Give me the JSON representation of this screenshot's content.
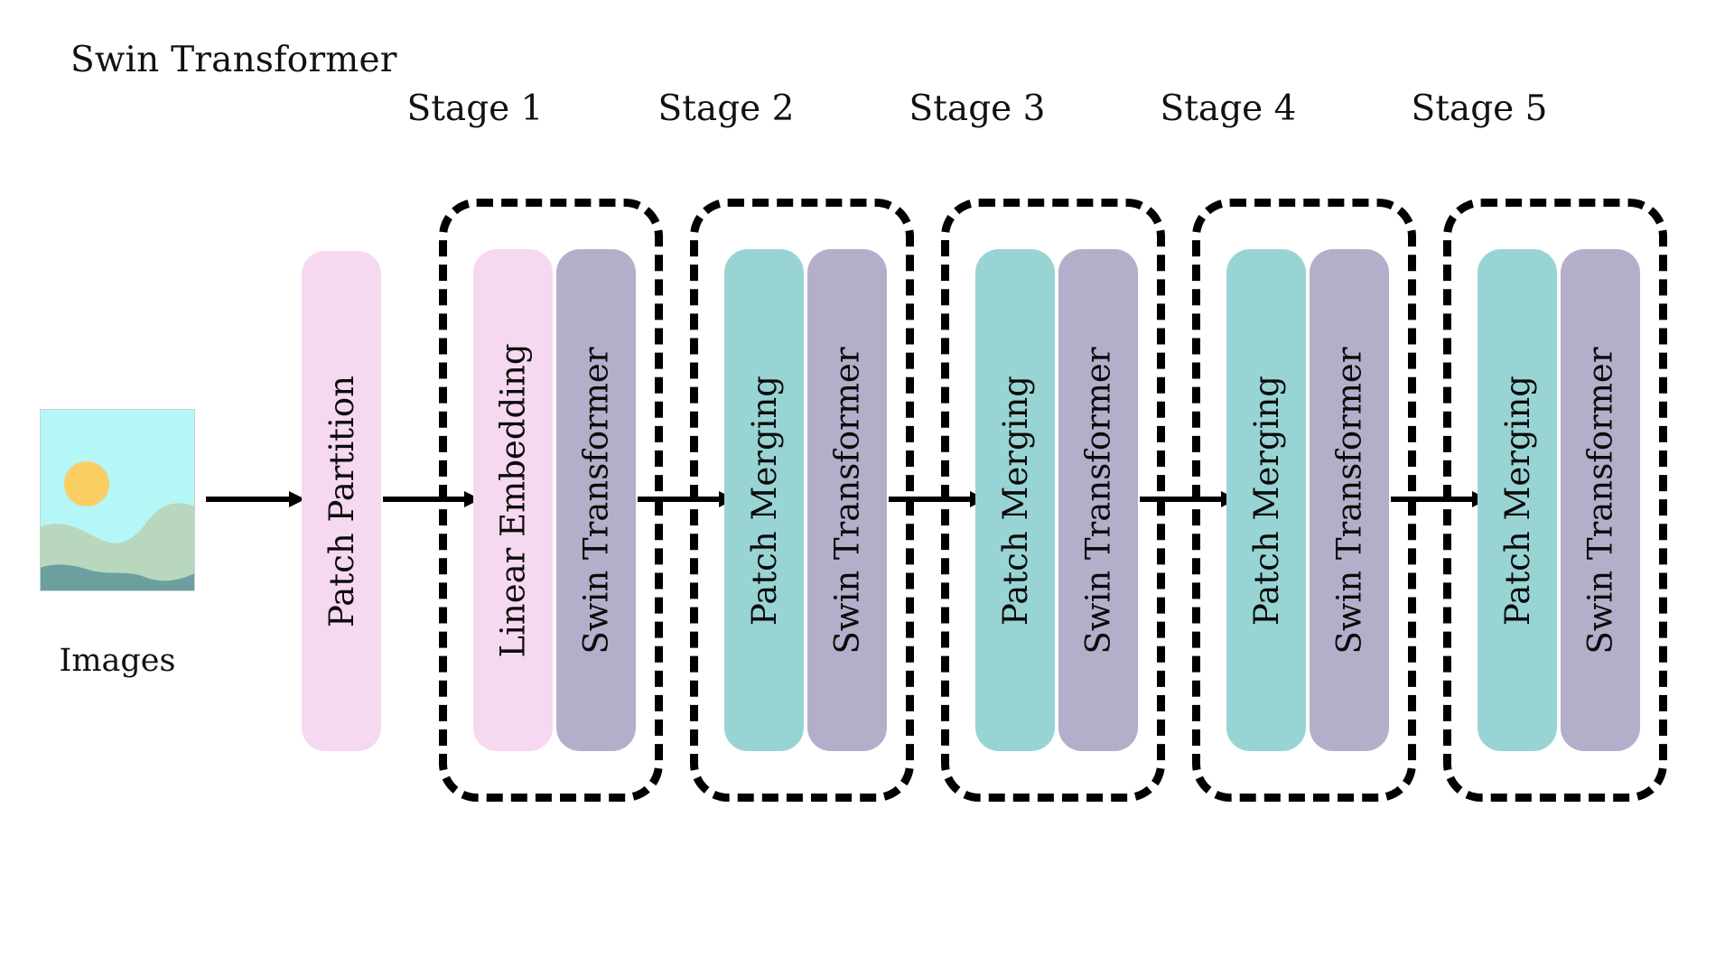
{
  "diagram": {
    "title": "Swin Transformer",
    "background_color": "#ffffff",
    "type": "neural-network-architecture-pipeline"
  },
  "input": {
    "caption": "Images",
    "thumbnail": {
      "icon": "landscape-image-icon",
      "sky_color": "#B5F7F7",
      "sun_color": "#FBCE63",
      "hill_color": "#B9D7BD",
      "foreground_color": "#6CA0A0",
      "border_color": "#CCCCCC"
    }
  },
  "colors": {
    "pink": "#F6D8F1",
    "purple": "#B5AECA",
    "teal": "#99D4D4",
    "dashed_border": "#000000",
    "arrow": "#000000",
    "text": "#111111"
  },
  "preprocess": {
    "label": "Patch Partition",
    "color_key": "pink"
  },
  "stages": [
    {
      "header": "Stage 1",
      "blocks": [
        {
          "label": "Linear Embedding",
          "color_key": "pink"
        },
        {
          "label": "Swin Transformer",
          "color_key": "purple"
        }
      ]
    },
    {
      "header": "Stage 2",
      "blocks": [
        {
          "label": "Patch Merging",
          "color_key": "teal"
        },
        {
          "label": "Swin Transformer",
          "color_key": "purple"
        }
      ]
    },
    {
      "header": "Stage 3",
      "blocks": [
        {
          "label": "Patch Merging",
          "color_key": "teal"
        },
        {
          "label": "Swin Transformer",
          "color_key": "purple"
        }
      ]
    },
    {
      "header": "Stage 4",
      "blocks": [
        {
          "label": "Patch Merging",
          "color_key": "teal"
        },
        {
          "label": "Swin Transformer",
          "color_key": "purple"
        }
      ]
    },
    {
      "header": "Stage 5",
      "blocks": [
        {
          "label": "Patch Merging",
          "color_key": "teal"
        },
        {
          "label": "Swin Transformer",
          "color_key": "purple"
        }
      ]
    }
  ],
  "arrows": [
    {
      "name": "arrow-images-to-patch-partition"
    },
    {
      "name": "arrow-patch-partition-to-stage-1"
    },
    {
      "name": "arrow-stage-1-to-stage-2"
    },
    {
      "name": "arrow-stage-2-to-stage-3"
    },
    {
      "name": "arrow-stage-3-to-stage-4"
    },
    {
      "name": "arrow-stage-4-to-stage-5"
    }
  ]
}
